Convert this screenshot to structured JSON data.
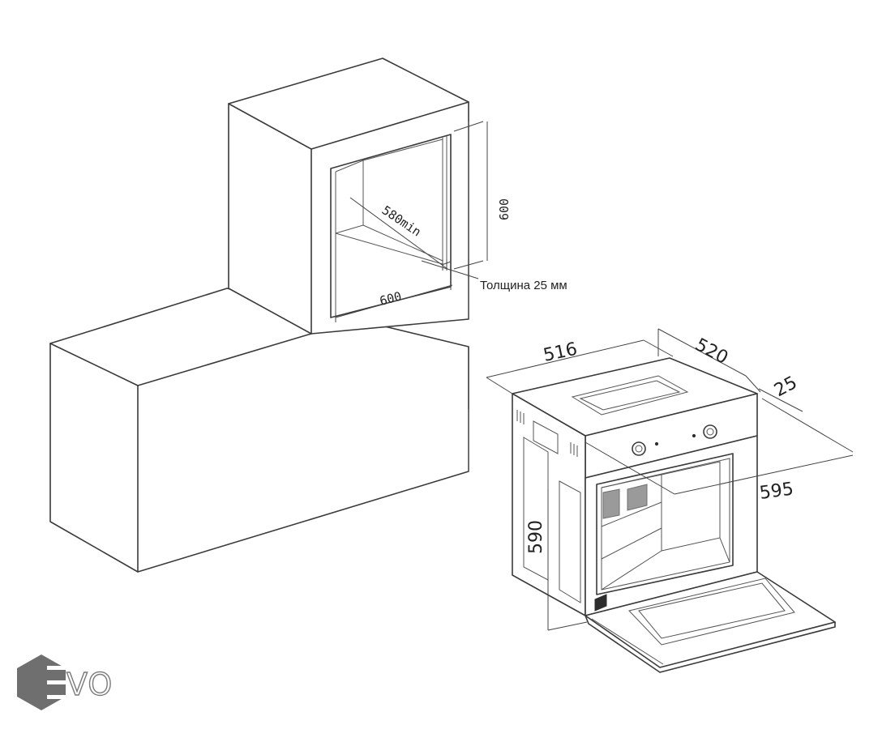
{
  "dimensions": {
    "niche_depth": "580min",
    "niche_height": "600",
    "niche_width": "600",
    "thickness_note": "Толщина 25 мм",
    "oven_width_top": "516",
    "oven_depth": "520",
    "panel_thickness": "25",
    "oven_width": "595",
    "oven_height": "590"
  },
  "logo": {
    "text": "VO"
  },
  "colors": {
    "line": "#3a3a3a",
    "logo_hexagon": "#6f6f6f"
  }
}
